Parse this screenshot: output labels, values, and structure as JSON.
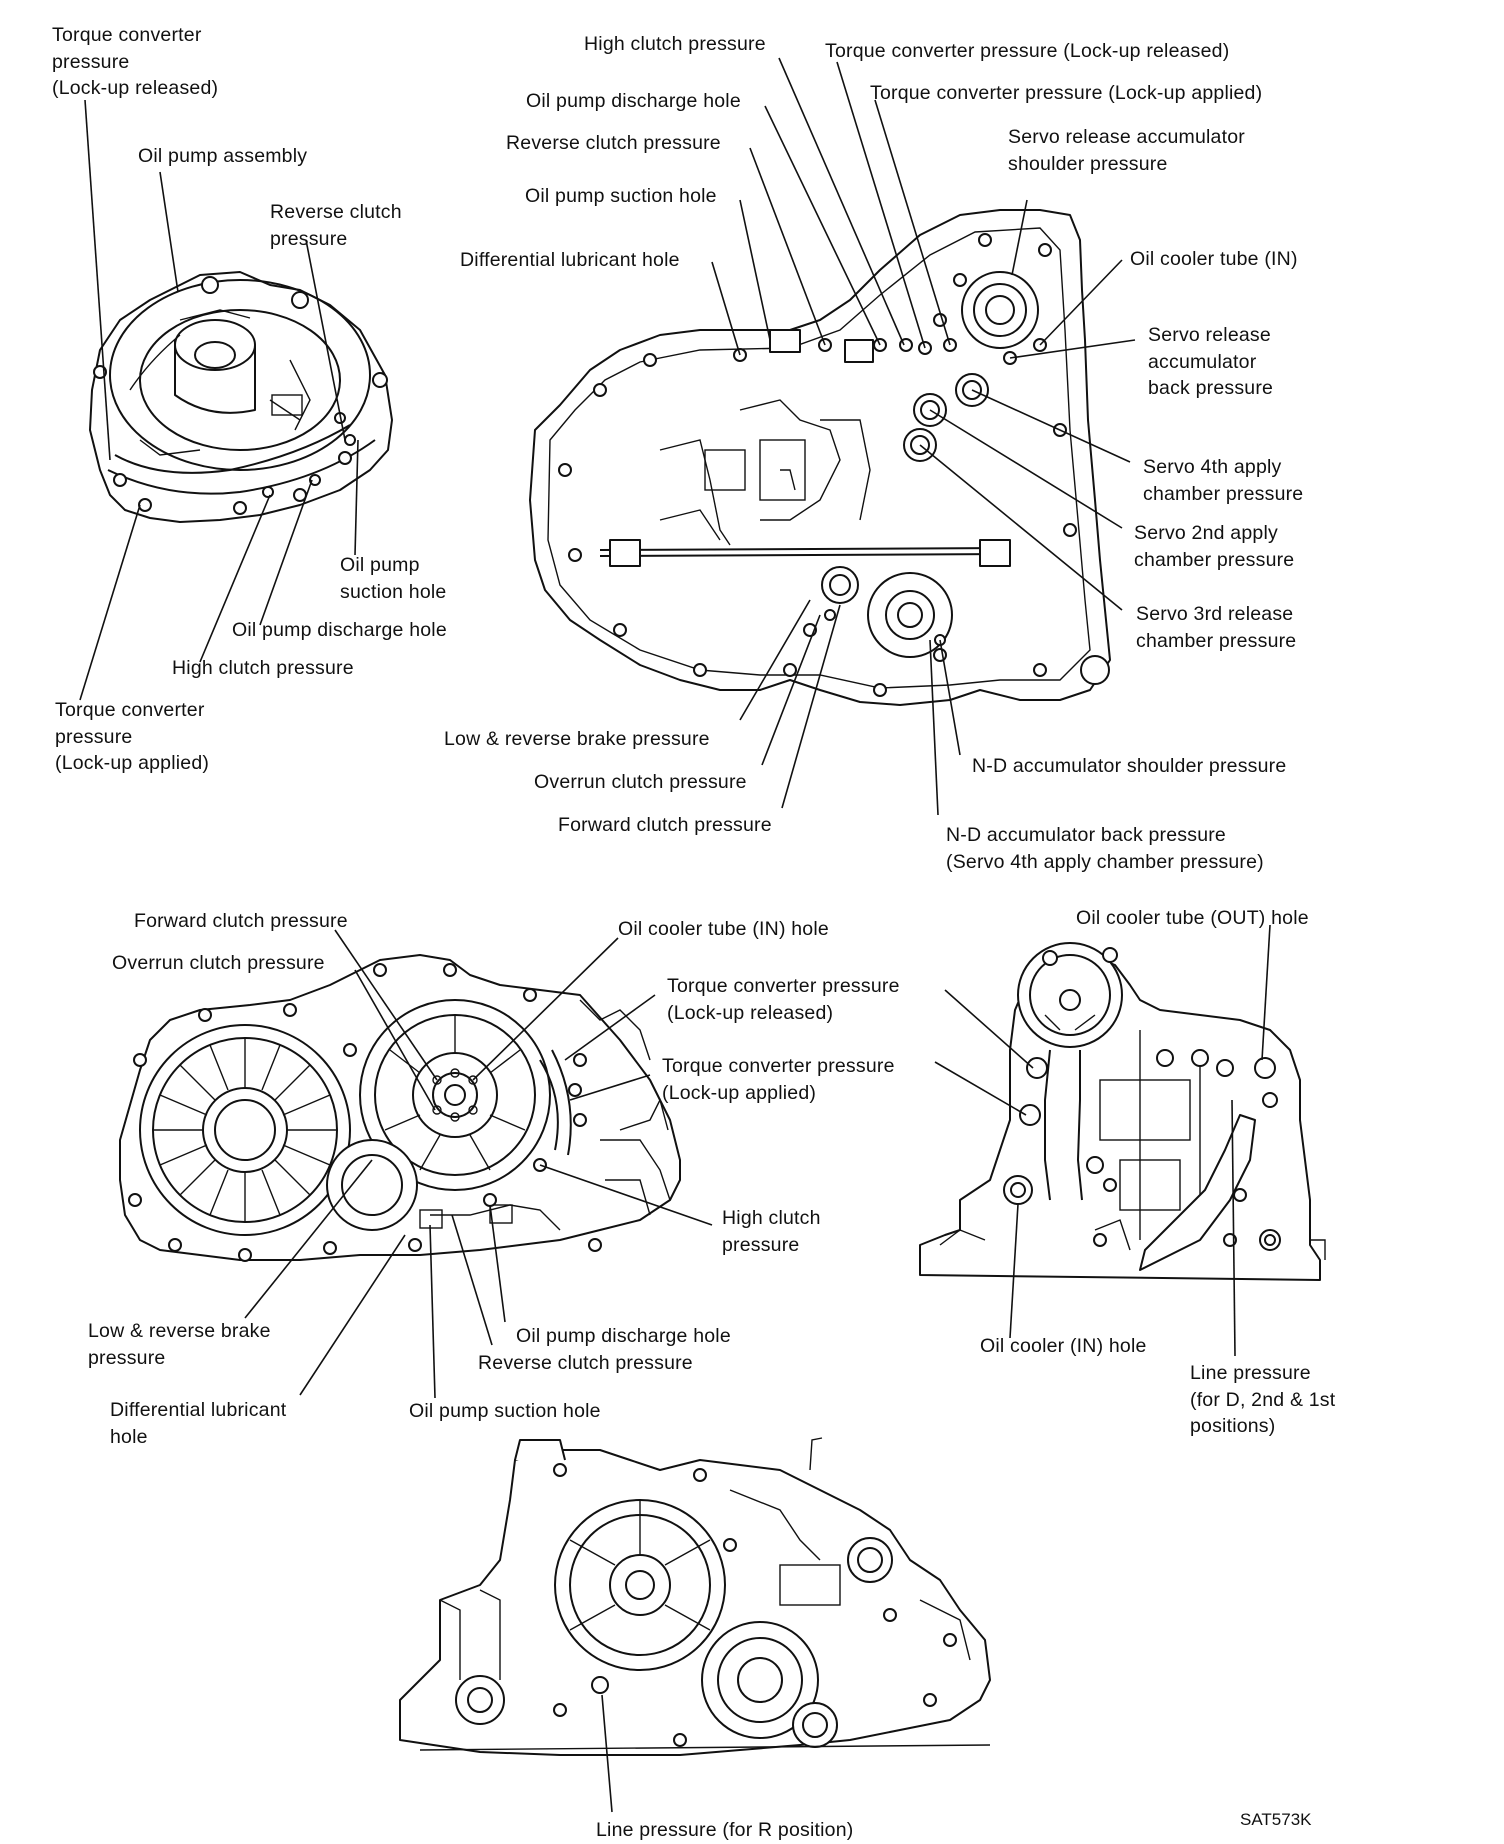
{
  "figure_code": "SAT573K",
  "labels": {
    "a1": "Torque converter\npressure\n(Lock-up released)",
    "a2": "Oil pump assembly",
    "a3": "Reverse clutch\npressure",
    "a4": "Oil pump\nsuction hole",
    "a5": "Oil pump discharge hole",
    "a6": "High clutch pressure",
    "a7": "Torque converter\npressure\n(Lock-up applied)",
    "b1": "High clutch pressure",
    "b2": "Torque converter pressure (Lock-up released)",
    "b3": "Oil pump discharge hole",
    "b4": "Torque converter pressure (Lock-up applied)",
    "b5": "Reverse clutch pressure",
    "b6": "Servo release accumulator\nshoulder pressure",
    "b7": "Oil pump suction hole",
    "b8": "Differential lubricant hole",
    "b9": "Oil cooler tube (IN)",
    "b10": "Servo release\naccumulator\nback pressure",
    "b11": "Servo 4th apply\nchamber pressure",
    "b12": "Servo 2nd apply\nchamber pressure",
    "b13": "Servo 3rd release\nchamber pressure",
    "b14": "Low & reverse brake pressure",
    "b15": "N-D accumulator shoulder pressure",
    "b16": "Overrun clutch pressure",
    "b17": "Forward clutch pressure",
    "b18": "N-D accumulator back pressure\n(Servo 4th apply chamber pressure)",
    "c1": "Forward clutch pressure",
    "c2": "Oil cooler tube (IN) hole",
    "c3": "Overrun clutch pressure",
    "c4": "Torque converter pressure\n(Lock-up released)",
    "c5": "Torque converter pressure\n(Lock-up applied)",
    "c6": "High clutch\npressure",
    "c7": "Low & reverse brake\npressure",
    "c8": "Oil pump discharge hole",
    "c9": "Reverse clutch pressure",
    "c10": "Differential lubricant\nhole",
    "c11": "Oil pump suction hole",
    "d1": "Oil cooler tube (OUT) hole",
    "d2": "Oil cooler (IN) hole",
    "d3": "Line pressure\n(for D, 2nd & 1st\npositions)",
    "e1": "Line pressure (for R position)"
  }
}
